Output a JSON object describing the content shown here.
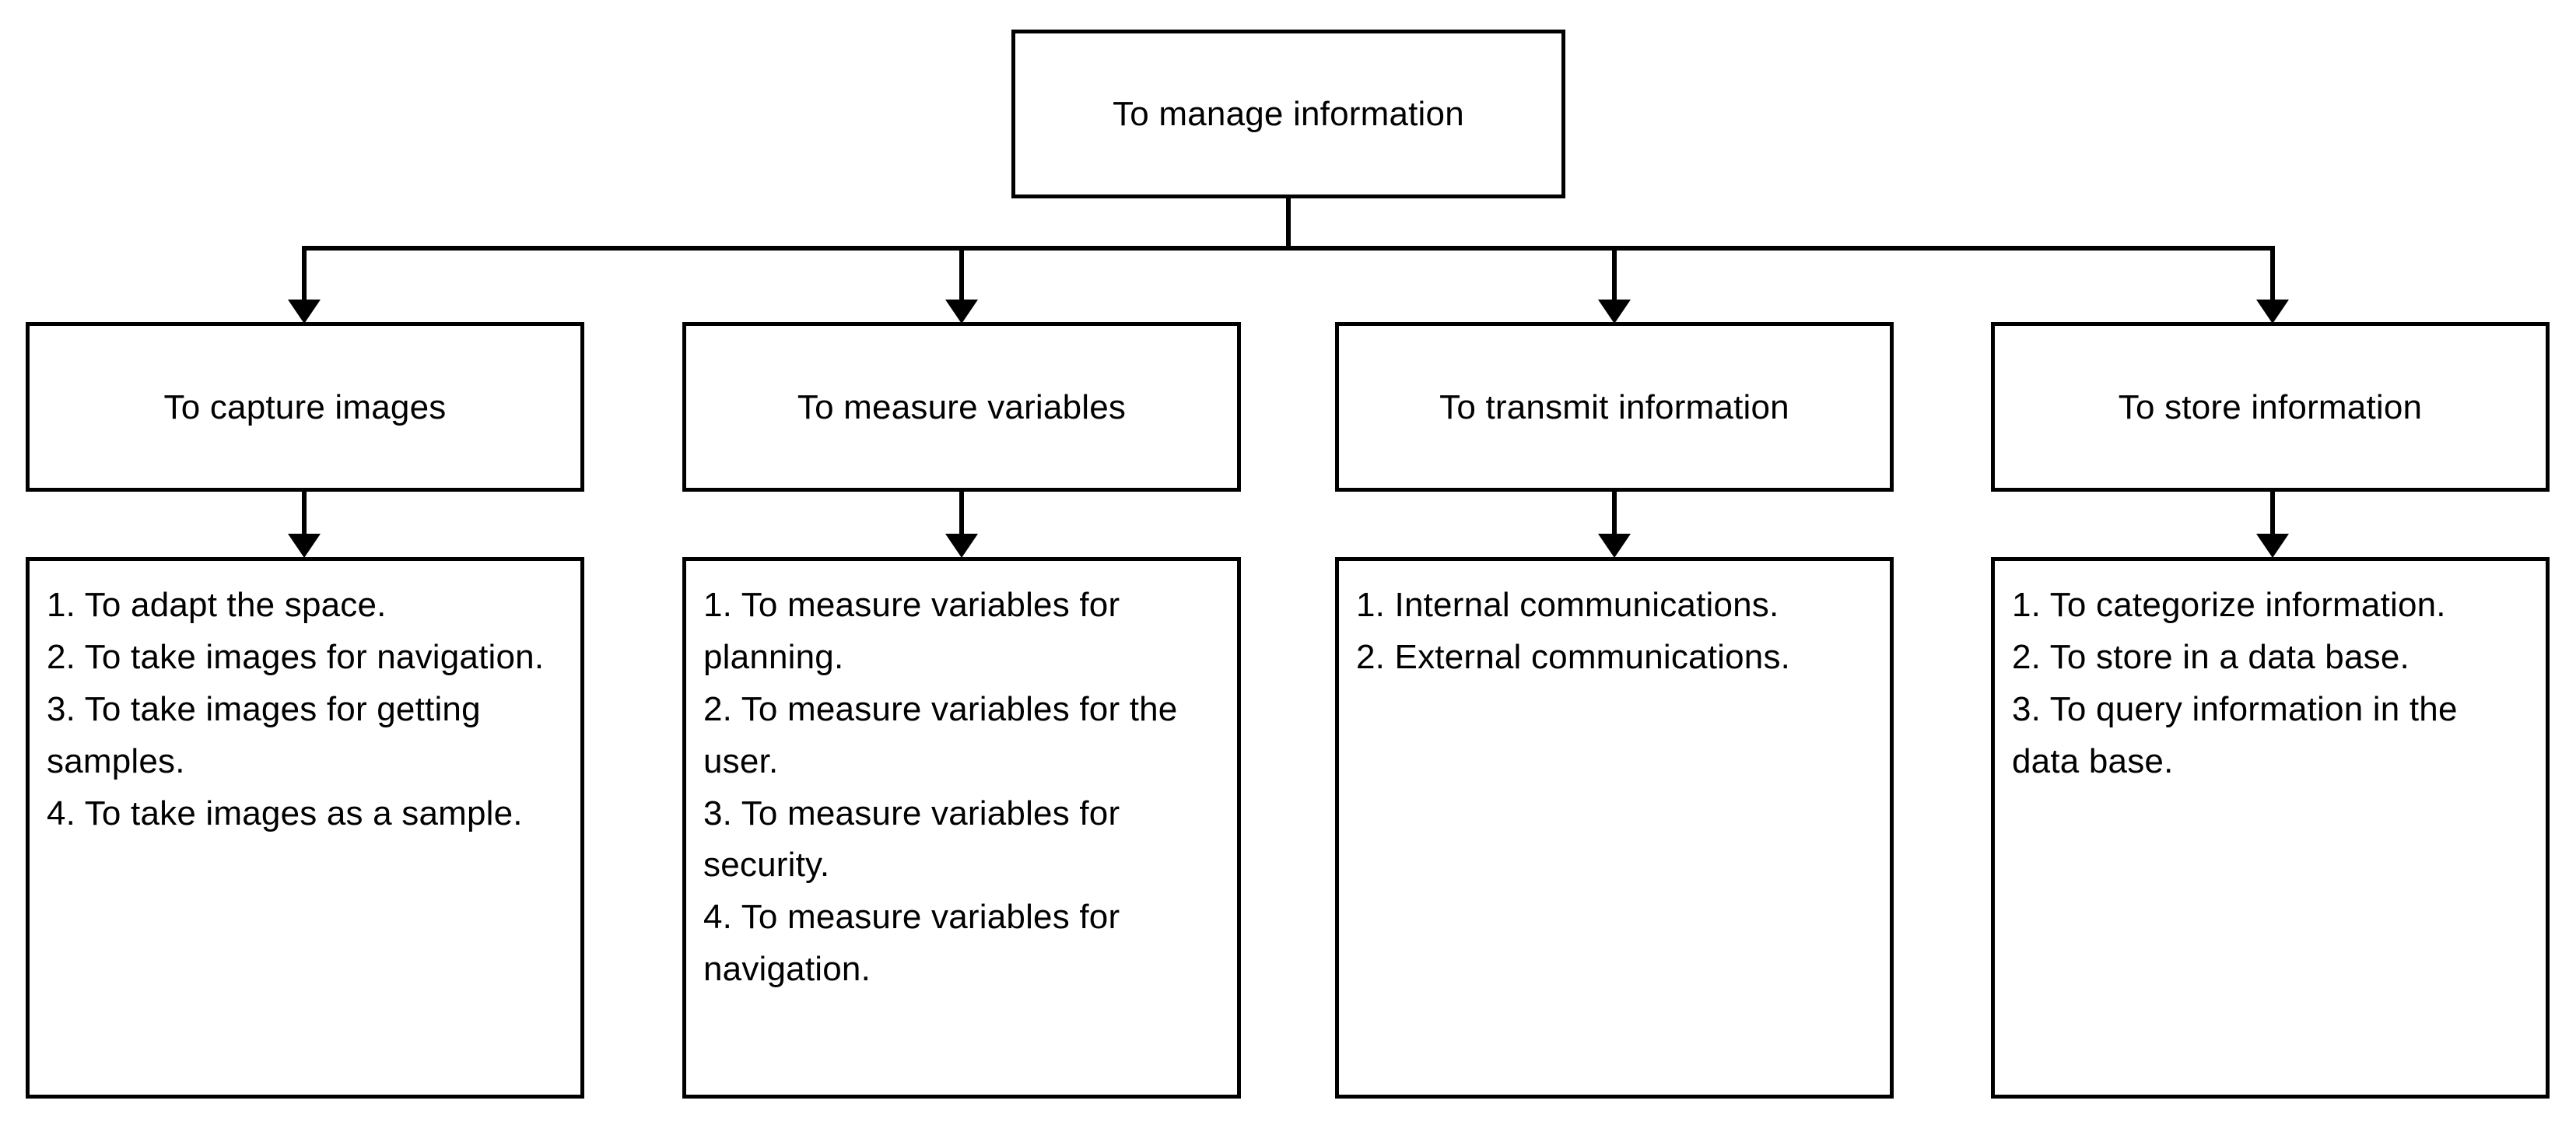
{
  "diagram": {
    "type": "functional-decomposition-tree",
    "root": {
      "label": "To manage information"
    },
    "branches": [
      {
        "title": "To capture images",
        "details": "1. To adapt the space.\n2. To take images for navigation.\n3. To take images for getting samples.\n4. To take images as a sample.",
        "items": [
          "1. To adapt the space.",
          "2. To take images for navigation.",
          "3. To take images for getting samples.",
          "4. To take images as a sample."
        ]
      },
      {
        "title": "To measure variables",
        "details": "1. To measure variables for planning.\n2. To measure variables for the user.\n3. To measure variables for security.\n4. To measure variables for navigation.",
        "items": [
          "1. To measure variables for planning.",
          "2. To measure variables for the user.",
          "3. To measure variables for security.",
          "4. To measure variables for navigation."
        ]
      },
      {
        "title": "To transmit information",
        "details": "1. Internal communications.\n2. External communications.",
        "items": [
          "1. Internal communications.",
          "2. External communications."
        ]
      },
      {
        "title": "To store information",
        "details": "1. To categorize information.\n2. To store in a data base.\n3. To query information in the data base.",
        "items": [
          "1. To categorize information.",
          "2. To store in a data base.",
          "3. To query information in the data base."
        ]
      }
    ],
    "colors": {
      "stroke": "#000000",
      "background": "#ffffff",
      "text": "#000000"
    }
  }
}
